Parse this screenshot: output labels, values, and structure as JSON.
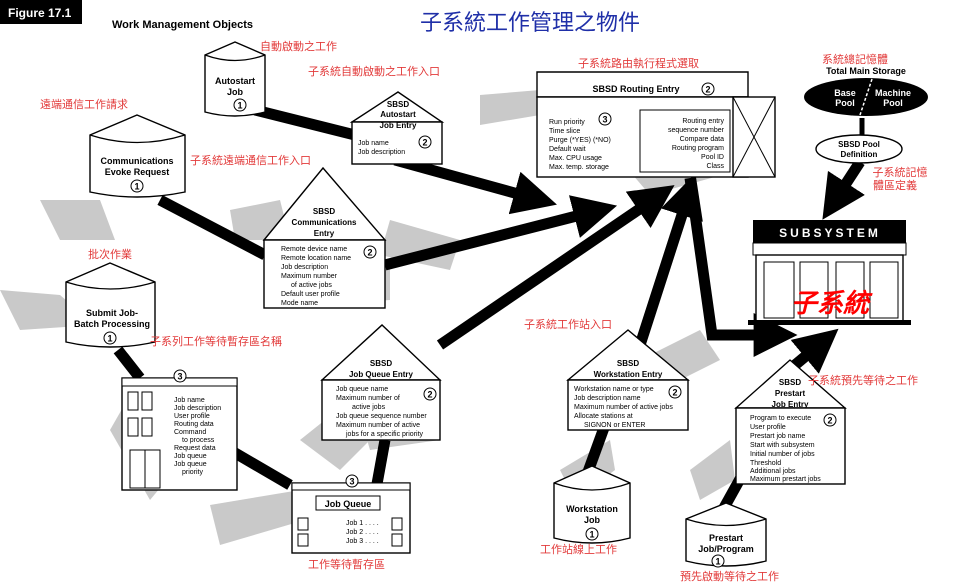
{
  "header": {
    "figure_label": "Figure 17.1",
    "subtitle": "Work Management Objects",
    "title_cn": "子系統工作管理之物件"
  },
  "colors": {
    "arrow": "#000000",
    "shadow": "#c9c9c9",
    "annotation_red": "#e23a3a",
    "title_blue": "#1f2fa8",
    "subsystem_red": "#ff0000",
    "banner_bg": "#000000"
  },
  "nodes": {
    "autostart": {
      "lines": [
        "Autostart",
        "Job"
      ],
      "num": "1",
      "cn": "自動啟動之工作"
    },
    "comm_evoke": {
      "lines": [
        "Communications",
        "Evoke Request"
      ],
      "num": "1",
      "cn": "遠端通信工作請求"
    },
    "submit_job": {
      "lines": [
        "Submit Job-",
        "Batch Processing"
      ],
      "num": "1",
      "cn": "批次作業"
    },
    "workstation_job": {
      "lines": [
        "Workstation",
        "Job"
      ],
      "num": "1",
      "cn": "工作站線上工作"
    },
    "prestart_job": {
      "lines": [
        "Prestart",
        "Job/Program"
      ],
      "num": "1",
      "cn": "預先啟動等待之工作"
    }
  },
  "entries": {
    "autostart_entry": {
      "title": [
        "SBSD",
        "Autostart",
        "Job Entry"
      ],
      "num": "2",
      "items": [
        "Job name",
        "Job description"
      ],
      "cn": "子系統自動啟動之工作入口"
    },
    "comm_entry": {
      "title": [
        "SBSD",
        "Communications",
        "Entry"
      ],
      "num": "2",
      "items": [
        "Remote device name",
        "Remote location name",
        "Job description",
        "Maximum number",
        "of active jobs",
        "Default user profile",
        "Mode name"
      ],
      "cn": "子系統遠端通信工作入口"
    },
    "jobq_entry": {
      "title": [
        "SBSD",
        "Job Queue Entry"
      ],
      "num": "2",
      "items": [
        "Job queue name",
        "Maximum number of",
        "active jobs",
        "Job queue sequence number",
        "Maximum number of active",
        "jobs for a specific priority"
      ],
      "cn": "子系列工作等待暫存區名稱"
    },
    "ws_entry": {
      "title": [
        "SBSD",
        "Workstation Entry"
      ],
      "num": "2",
      "items": [
        "Workstation name or type",
        "Job description name",
        "Maximum number of active jobs",
        "Allocate stations at",
        "SIGNON or ENTER"
      ],
      "cn": "子系統工作站入口"
    },
    "prestart_entry": {
      "title": [
        "SBSD",
        "Prestart",
        "Job Entry"
      ],
      "num": "2",
      "items": [
        "Program to execute",
        "User profile",
        "Prestart job name",
        "Start with subsystem",
        "Initial number of jobs",
        "Threshold",
        "Additional jobs",
        "Maximum prestart jobs"
      ],
      "cn": "子系統預先等待之工作"
    }
  },
  "routing": {
    "title": "SBSD Routing Entry",
    "num": "2",
    "class_num": "3",
    "left_items": [
      "Run priority",
      "Time slice",
      "Purge (*YES) (*NO)",
      "Default wait",
      "Max. CPU usage",
      "Max. temp. storage"
    ],
    "right_items": [
      "Routing entry",
      "sequence number",
      "Compare data",
      "Routing program",
      "Pool ID",
      "Class"
    ],
    "cn": "子系統路由執行程式選取"
  },
  "job_attrs": {
    "num": "3",
    "items": [
      "Job name",
      "Job description",
      "User profile",
      "Routing data",
      "Command",
      "to process",
      "Request data",
      "Job queue",
      "Job queue",
      "priority"
    ]
  },
  "job_queue": {
    "title": "Job Queue",
    "num": "3",
    "items": [
      "Job 1 . . . .",
      "Job 2 . . . .",
      "Job 3 . . . ."
    ],
    "cn": "工作等待暫存區"
  },
  "storage": {
    "title": "Total Main Storage",
    "base": [
      "Base",
      "Pool"
    ],
    "machine": [
      "Machine",
      "Pool"
    ],
    "cn": "系統總記憶體"
  },
  "pool_def": {
    "lines": [
      "SBSD Pool",
      "Definition"
    ],
    "cn": [
      "子系統記憶",
      "體區定義"
    ]
  },
  "subsystem": {
    "banner": "SUBSYSTEM",
    "cn": "子系統"
  }
}
